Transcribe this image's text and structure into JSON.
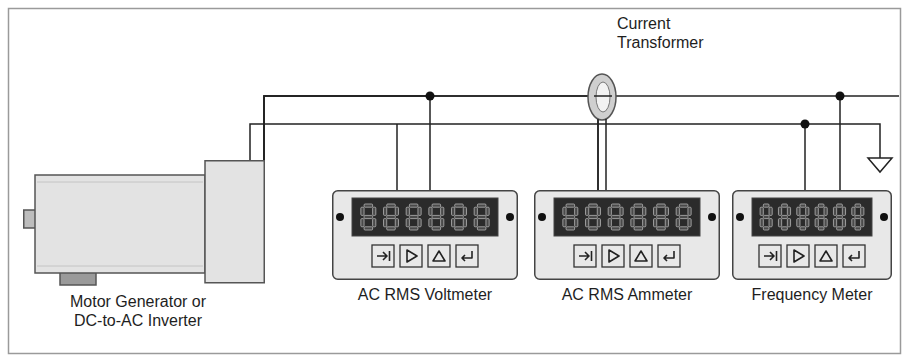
{
  "diagram": {
    "nodes": [
      {
        "text": [
          "Motor Generator or DC-to-AC Inverter"
        ]
      },
      {
        "text": [
          "AC RMS Voltmeter"
        ]
      },
      {
        "text": [
          "AC RMS Ammeter"
        ]
      },
      {
        "text": [
          "Frequency Meter"
        ]
      }
    ],
    "edges": [
      {
        "from": 0,
        "to": 1,
        "arrow": "none"
      },
      {
        "from": 0,
        "to": 2,
        "arrow": "none"
      },
      {
        "from": 0,
        "to": 3,
        "arrow": "none"
      }
    ],
    "labels": [
      "Current Transformer"
    ]
  }
}
